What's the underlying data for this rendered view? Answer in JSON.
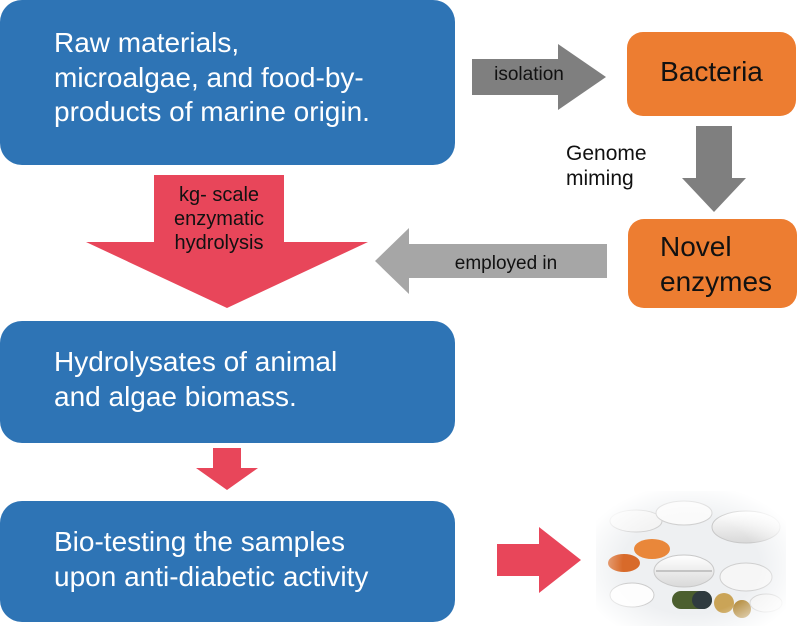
{
  "nodes": {
    "raw_materials": "Raw materials,\nmicroalgae, and food-by-\nproducts of marine origin.",
    "bacteria": "Bacteria",
    "novel_enzymes": "Novel\nenzymes",
    "hydrolysates": "Hydrolysates of animal\nand algae biomass.",
    "bio_testing": "Bio-testing the samples\nupon anti-diabetic activity"
  },
  "edges": {
    "isolation": "isolation",
    "genome_mining": "Genome\nmiming",
    "employed_in": "employed in",
    "hydrolysis": "kg- scale\nenzymatic\nhydrolysis"
  },
  "colors": {
    "box_blue": "#2e74b5",
    "box_orange": "#ed7d31",
    "arrow_gray": "#7f7f7f",
    "arrow_light_gray": "#a6a6a6",
    "arrow_red": "#e8465a"
  },
  "image": {
    "icon": "pills-photo"
  }
}
